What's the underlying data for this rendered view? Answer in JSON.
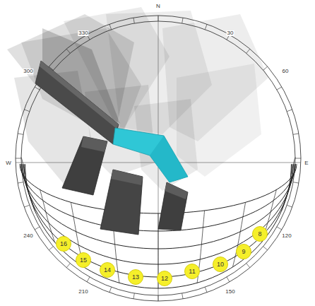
{
  "diagram": {
    "nodes": [
      {
        "text": [
          "16"
        ]
      },
      {
        "text": [
          "15"
        ]
      },
      {
        "text": [
          "14"
        ]
      },
      {
        "text": [
          "13"
        ]
      },
      {
        "text": [
          "12"
        ]
      },
      {
        "text": [
          "11"
        ]
      },
      {
        "text": [
          "10"
        ]
      },
      {
        "text": [
          "9"
        ]
      },
      {
        "text": [
          "8"
        ]
      }
    ],
    "labels": [
      "N",
      "330",
      "30",
      "300",
      "60",
      "W",
      "E",
      "240",
      "120",
      "210",
      "150"
    ]
  }
}
